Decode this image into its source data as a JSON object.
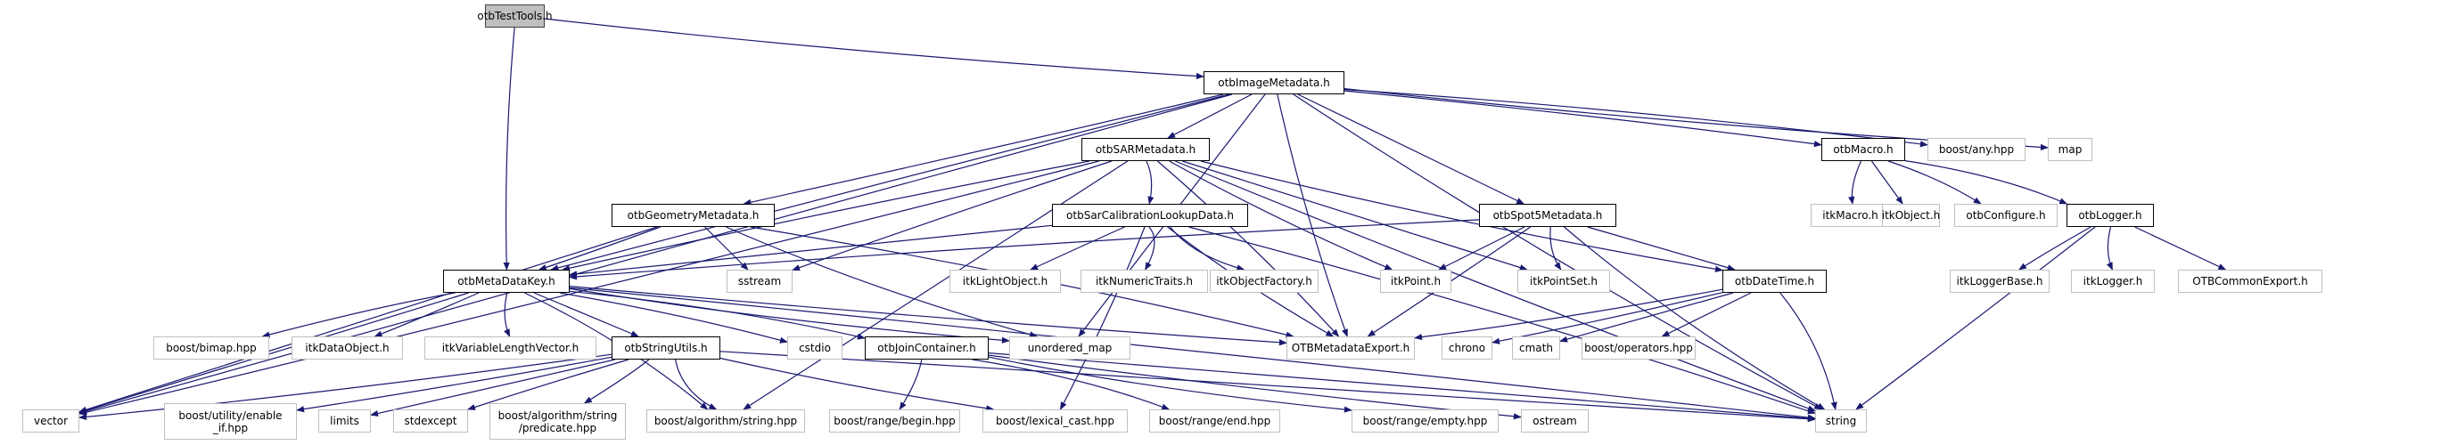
{
  "diagram": {
    "type": "include-dependency-graph",
    "edge_color": "#191970",
    "root_fill": "#bfbfbf",
    "internal_border": "#000000",
    "external_border": "#bfbfbf",
    "nodes": {
      "otbTestTools": {
        "label": "otbTestTools.h",
        "kind": "root"
      },
      "otbImageMetadata": {
        "label": "otbImageMetadata.h",
        "kind": "internal"
      },
      "otbSARMetadata": {
        "label": "otbSARMetadata.h",
        "kind": "internal"
      },
      "otbMacro": {
        "label": "otbMacro.h",
        "kind": "internal"
      },
      "boostAny": {
        "label": "boost/any.hpp",
        "kind": "external"
      },
      "map": {
        "label": "map",
        "kind": "external"
      },
      "otbGeometryMetadata": {
        "label": "otbGeometryMetadata.h",
        "kind": "internal"
      },
      "otbSarCalibrationLookupData": {
        "label": "otbSarCalibrationLookupData.h",
        "kind": "internal"
      },
      "otbSpot5Metadata": {
        "label": "otbSpot5Metadata.h",
        "kind": "internal"
      },
      "itkMacro": {
        "label": "itkMacro.h",
        "kind": "external"
      },
      "itkObject": {
        "label": "itkObject.h",
        "kind": "external"
      },
      "otbConfigure": {
        "label": "otbConfigure.h",
        "kind": "external"
      },
      "otbLogger": {
        "label": "otbLogger.h",
        "kind": "internal"
      },
      "otbMetaDataKey": {
        "label": "otbMetaDataKey.h",
        "kind": "internal"
      },
      "sstream": {
        "label": "sstream",
        "kind": "external"
      },
      "itkLightObject": {
        "label": "itkLightObject.h",
        "kind": "external"
      },
      "itkNumericTraits": {
        "label": "itkNumericTraits.h",
        "kind": "external"
      },
      "itkObjectFactory": {
        "label": "itkObjectFactory.h",
        "kind": "external"
      },
      "itkPoint": {
        "label": "itkPoint.h",
        "kind": "external"
      },
      "itkPointSet": {
        "label": "itkPointSet.h",
        "kind": "external"
      },
      "otbDateTime": {
        "label": "otbDateTime.h",
        "kind": "internal"
      },
      "itkLoggerBase": {
        "label": "itkLoggerBase.h",
        "kind": "external"
      },
      "itkLogger": {
        "label": "itkLogger.h",
        "kind": "external"
      },
      "OTBCommonExport": {
        "label": "OTBCommonExport.h",
        "kind": "external"
      },
      "boostBimap": {
        "label": "boost/bimap.hpp",
        "kind": "external"
      },
      "itkDataObject": {
        "label": "itkDataObject.h",
        "kind": "external"
      },
      "itkVariableLengthVector": {
        "label": "itkVariableLengthVector.h",
        "kind": "external"
      },
      "otbStringUtils": {
        "label": "otbStringUtils.h",
        "kind": "internal"
      },
      "cstdio": {
        "label": "cstdio",
        "kind": "external"
      },
      "otbJoinContainer": {
        "label": "otbJoinContainer.h",
        "kind": "internal"
      },
      "unordered_map": {
        "label": "unordered_map",
        "kind": "external"
      },
      "OTBMetadataExport": {
        "label": "OTBMetadataExport.h",
        "kind": "external"
      },
      "chrono": {
        "label": "chrono",
        "kind": "external"
      },
      "cmath": {
        "label": "cmath",
        "kind": "external"
      },
      "boostOperators": {
        "label": "boost/operators.hpp",
        "kind": "external"
      },
      "vector": {
        "label": "vector",
        "kind": "external"
      },
      "boostEnableIf": {
        "label": "boost/utility/enable\n_if.hpp",
        "kind": "external"
      },
      "limits": {
        "label": "limits",
        "kind": "external"
      },
      "stdexcept": {
        "label": "stdexcept",
        "kind": "external"
      },
      "boostPredicate": {
        "label": "boost/algorithm/string\n/predicate.hpp",
        "kind": "external"
      },
      "boostAlgString": {
        "label": "boost/algorithm/string.hpp",
        "kind": "external"
      },
      "boostRangeBegin": {
        "label": "boost/range/begin.hpp",
        "kind": "external"
      },
      "boostLexicalCast": {
        "label": "boost/lexical_cast.hpp",
        "kind": "external"
      },
      "boostRangeEnd": {
        "label": "boost/range/end.hpp",
        "kind": "external"
      },
      "boostRangeEmpty": {
        "label": "boost/range/empty.hpp",
        "kind": "external"
      },
      "ostream": {
        "label": "ostream",
        "kind": "external"
      },
      "string": {
        "label": "string",
        "kind": "external"
      }
    },
    "edges": [
      [
        "otbTestTools",
        "otbImageMetadata"
      ],
      [
        "otbTestTools",
        "otbMetaDataKey"
      ],
      [
        "otbImageMetadata",
        "otbSARMetadata"
      ],
      [
        "otbImageMetadata",
        "otbMacro"
      ],
      [
        "otbImageMetadata",
        "boostAny"
      ],
      [
        "otbImageMetadata",
        "map"
      ],
      [
        "otbImageMetadata",
        "otbGeometryMetadata"
      ],
      [
        "otbImageMetadata",
        "otbSpot5Metadata"
      ],
      [
        "otbImageMetadata",
        "otbMetaDataKey"
      ],
      [
        "otbImageMetadata",
        "vector"
      ],
      [
        "otbImageMetadata",
        "string"
      ],
      [
        "otbImageMetadata",
        "OTBMetadataExport"
      ],
      [
        "otbImageMetadata",
        "unordered_map"
      ],
      [
        "otbSARMetadata",
        "otbSarCalibrationLookupData"
      ],
      [
        "otbSARMetadata",
        "otbMetaDataKey"
      ],
      [
        "otbSARMetadata",
        "otbDateTime"
      ],
      [
        "otbSARMetadata",
        "itkPoint"
      ],
      [
        "otbSARMetadata",
        "itkPointSet"
      ],
      [
        "otbSARMetadata",
        "OTBMetadataExport"
      ],
      [
        "otbSARMetadata",
        "sstream"
      ],
      [
        "otbSARMetadata",
        "vector"
      ],
      [
        "otbSARMetadata",
        "string"
      ],
      [
        "otbSARMetadata",
        "boostAlgString"
      ],
      [
        "otbSarCalibrationLookupData",
        "itkLightObject"
      ],
      [
        "otbSarCalibrationLookupData",
        "itkNumericTraits"
      ],
      [
        "otbSarCalibrationLookupData",
        "itkObjectFactory"
      ],
      [
        "otbSarCalibrationLookupData",
        "OTBMetadataExport"
      ],
      [
        "otbSarCalibrationLookupData",
        "otbMetaDataKey"
      ],
      [
        "otbSarCalibrationLookupData",
        "boostLexicalCast"
      ],
      [
        "otbSarCalibrationLookupData",
        "string"
      ],
      [
        "otbSpot5Metadata",
        "itkPoint"
      ],
      [
        "otbSpot5Metadata",
        "itkPointSet"
      ],
      [
        "otbSpot5Metadata",
        "otbDateTime"
      ],
      [
        "otbSpot5Metadata",
        "OTBMetadataExport"
      ],
      [
        "otbSpot5Metadata",
        "otbMetaDataKey"
      ],
      [
        "otbSpot5Metadata",
        "string"
      ],
      [
        "otbGeometryMetadata",
        "otbMetaDataKey"
      ],
      [
        "otbGeometryMetadata",
        "sstream"
      ],
      [
        "otbGeometryMetadata",
        "vector"
      ],
      [
        "otbGeometryMetadata",
        "OTBMetadataExport"
      ],
      [
        "otbGeometryMetadata",
        "unordered_map"
      ],
      [
        "otbMacro",
        "itkMacro"
      ],
      [
        "otbMacro",
        "itkObject"
      ],
      [
        "otbMacro",
        "otbConfigure"
      ],
      [
        "otbMacro",
        "otbLogger"
      ],
      [
        "otbLogger",
        "itkLoggerBase"
      ],
      [
        "otbLogger",
        "itkLogger"
      ],
      [
        "otbLogger",
        "OTBCommonExport"
      ],
      [
        "otbLogger",
        "string"
      ],
      [
        "otbMetaDataKey",
        "boostBimap"
      ],
      [
        "otbMetaDataKey",
        "itkDataObject"
      ],
      [
        "otbMetaDataKey",
        "itkVariableLengthVector"
      ],
      [
        "otbMetaDataKey",
        "otbStringUtils"
      ],
      [
        "otbMetaDataKey",
        "cstdio"
      ],
      [
        "otbMetaDataKey",
        "otbJoinContainer"
      ],
      [
        "otbMetaDataKey",
        "unordered_map"
      ],
      [
        "otbMetaDataKey",
        "OTBMetadataExport"
      ],
      [
        "otbMetaDataKey",
        "vector"
      ],
      [
        "otbMetaDataKey",
        "string"
      ],
      [
        "otbMetaDataKey",
        "boostAlgString"
      ],
      [
        "otbDateTime",
        "OTBMetadataExport"
      ],
      [
        "otbDateTime",
        "chrono"
      ],
      [
        "otbDateTime",
        "cmath"
      ],
      [
        "otbDateTime",
        "boostOperators"
      ],
      [
        "otbDateTime",
        "string"
      ],
      [
        "otbStringUtils",
        "vector"
      ],
      [
        "otbStringUtils",
        "boostEnableIf"
      ],
      [
        "otbStringUtils",
        "limits"
      ],
      [
        "otbStringUtils",
        "stdexcept"
      ],
      [
        "otbStringUtils",
        "boostPredicate"
      ],
      [
        "otbStringUtils",
        "boostAlgString"
      ],
      [
        "otbStringUtils",
        "boostLexicalCast"
      ],
      [
        "otbStringUtils",
        "string"
      ],
      [
        "otbJoinContainer",
        "boostRangeBegin"
      ],
      [
        "otbJoinContainer",
        "boostRangeEnd"
      ],
      [
        "otbJoinContainer",
        "boostRangeEmpty"
      ],
      [
        "otbJoinContainer",
        "ostream"
      ],
      [
        "otbJoinContainer",
        "string"
      ]
    ]
  }
}
